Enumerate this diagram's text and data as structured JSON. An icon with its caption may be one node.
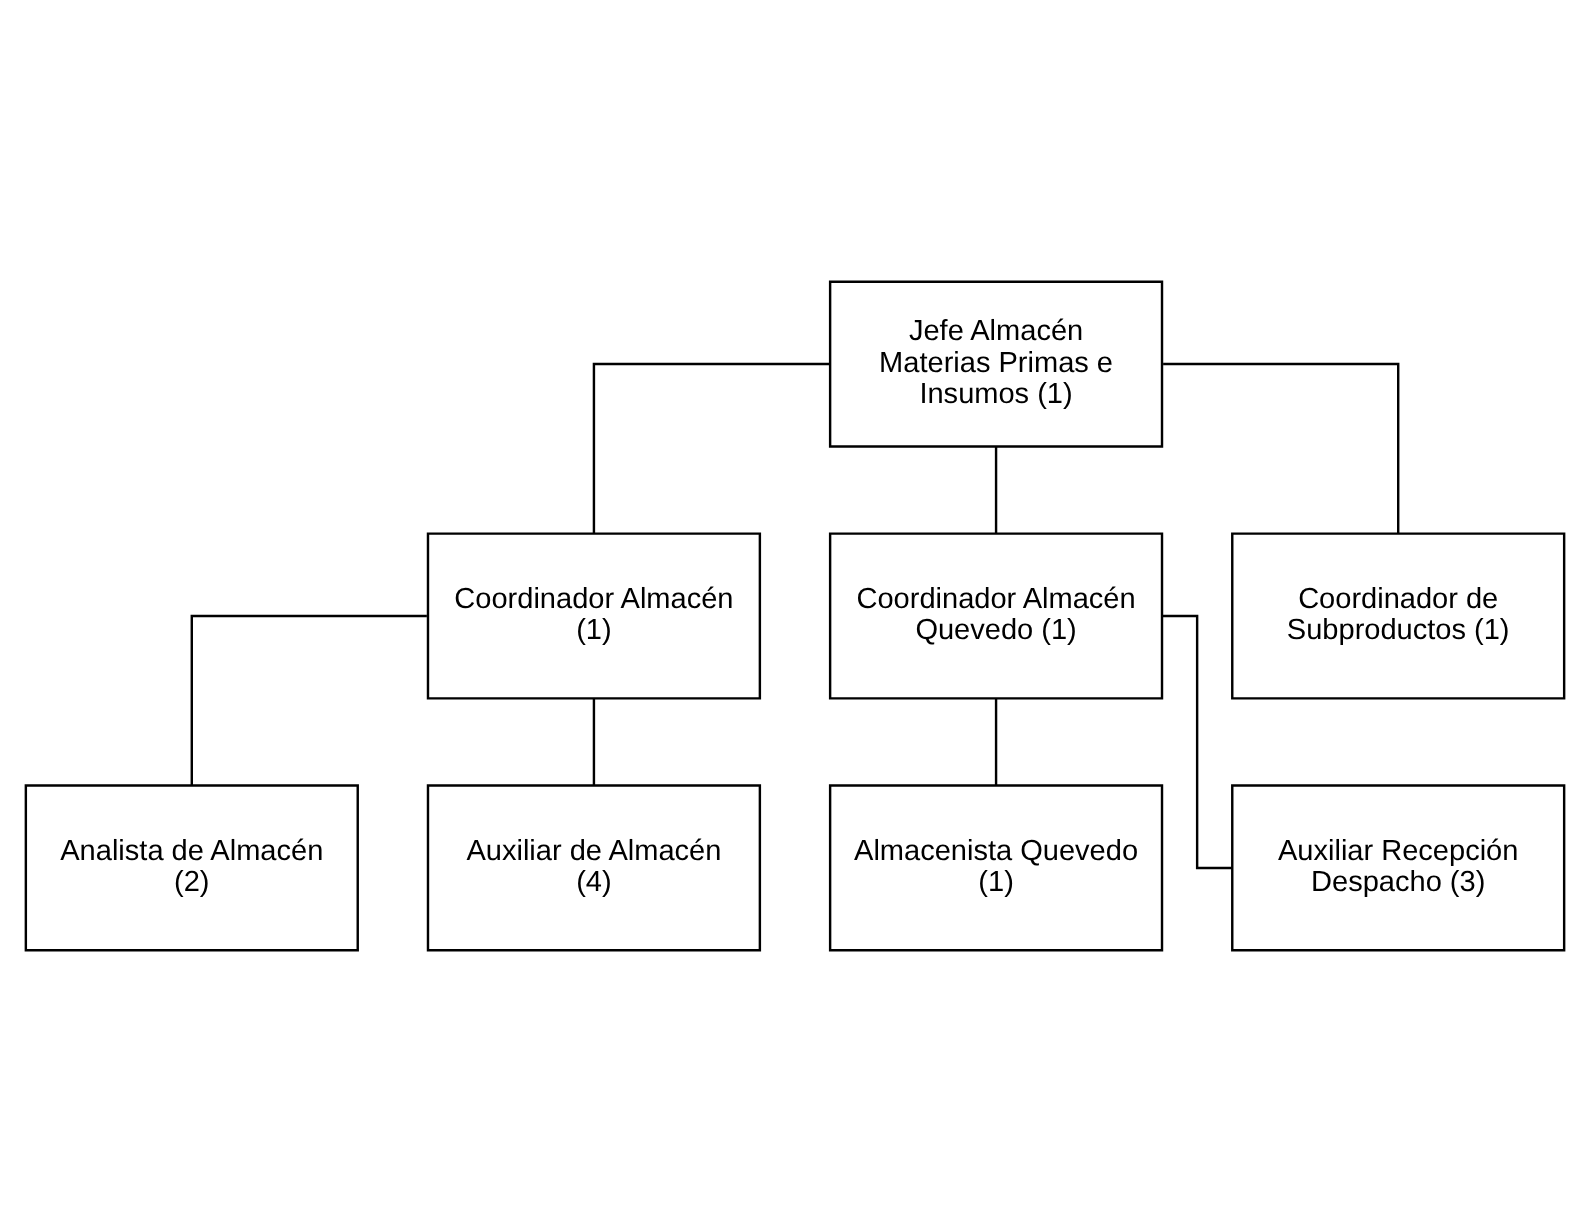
{
  "diagram": {
    "nodes": [
      {
        "text": [
          "Jefe Almacén Materias Primas e Insumos (1)"
        ]
      },
      {
        "text": [
          "Coordinador Almacén (1)"
        ]
      },
      {
        "text": [
          "Coordinador Almacén Quevedo (1)"
        ]
      },
      {
        "text": [
          "Coordinador de Subproductos (1)"
        ]
      },
      {
        "text": [
          "Analista de Almacén (2)"
        ]
      },
      {
        "text": [
          "Auxiliar de Almacén (4)"
        ]
      },
      {
        "text": [
          "Almacenista Quevedo (1)"
        ]
      },
      {
        "text": [
          "Auxiliar Recepción Despacho (3)"
        ]
      }
    ],
    "edges": [
      {
        "from": 0,
        "to": 1,
        "arrow": "none"
      },
      {
        "from": 0,
        "to": 2,
        "arrow": "none"
      },
      {
        "from": 0,
        "to": 3,
        "arrow": "none"
      },
      {
        "from": 1,
        "to": 4,
        "arrow": "none"
      },
      {
        "from": 1,
        "to": 5,
        "arrow": "none"
      },
      {
        "from": 2,
        "to": 6,
        "arrow": "none"
      },
      {
        "from": 2,
        "to": 7,
        "arrow": "none"
      }
    ]
  }
}
